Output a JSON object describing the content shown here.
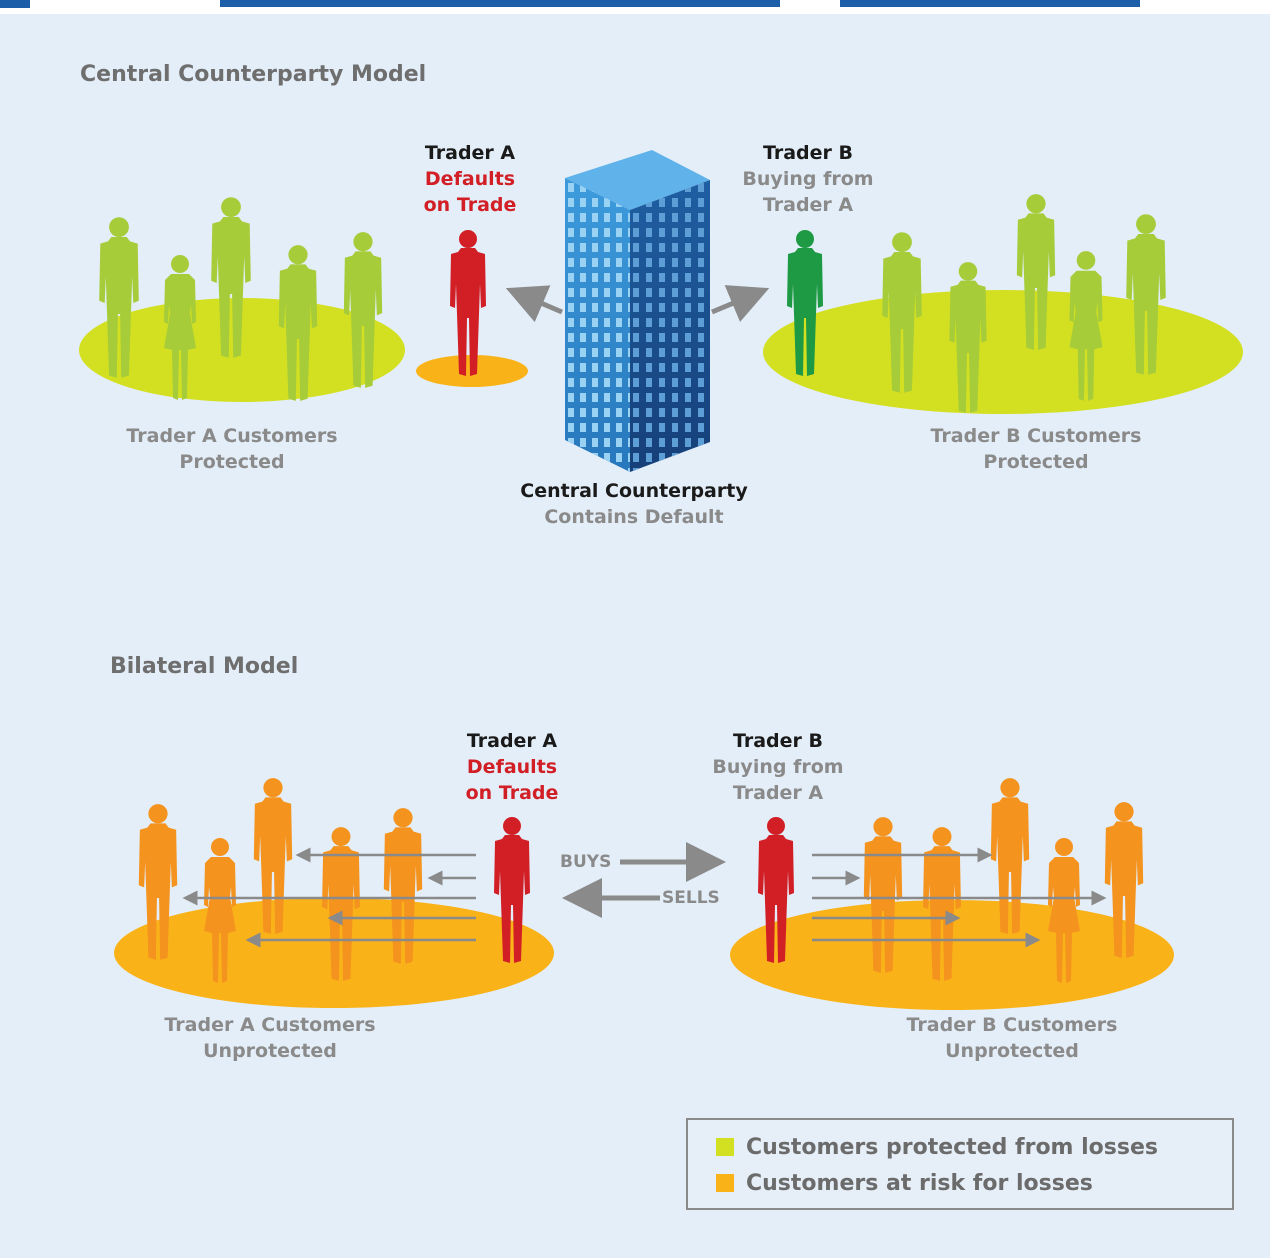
{
  "colors": {
    "background": "#e4eef8",
    "protected_green": "#a6cc3a",
    "protected_disc": "#d3e021",
    "at_risk_orange": "#f4931e",
    "at_risk_disc": "#f9b319",
    "default_red": "#d21f26",
    "buyer_green": "#1d9a43",
    "building_blue": "#2a7dc4",
    "arrow_gray": "#8a8a8a"
  },
  "central": {
    "title": "Central Counterparty Model",
    "trader_a": {
      "name": "Trader A",
      "status_line1": "Defaults",
      "status_line2": "on Trade"
    },
    "trader_b": {
      "name": "Trader B",
      "status_line1": "Buying from",
      "status_line2": "Trader A"
    },
    "customers_a": {
      "line1": "Trader A Customers",
      "line2": "Protected"
    },
    "customers_b": {
      "line1": "Trader B Customers",
      "line2": "Protected"
    },
    "counterparty": {
      "name": "Central Counterparty",
      "status": "Contains Default"
    },
    "icons": [
      "person-icon",
      "building-icon",
      "arrow-icon"
    ]
  },
  "bilateral": {
    "title": "Bilateral Model",
    "trader_a": {
      "name": "Trader A",
      "status_line1": "Defaults",
      "status_line2": "on Trade"
    },
    "trader_b": {
      "name": "Trader B",
      "status_line1": "Buying from",
      "status_line2": "Trader A"
    },
    "customers_a": {
      "line1": "Trader A Customers",
      "line2": "Unprotected"
    },
    "customers_b": {
      "line1": "Trader B Customers",
      "line2": "Unprotected"
    },
    "buys_label": "BUYS",
    "sells_label": "SELLS"
  },
  "legend": {
    "items": [
      {
        "label": "Customers protected from losses",
        "color": "#d3e021"
      },
      {
        "label": "Customers at risk for losses",
        "color": "#f9b319"
      }
    ]
  }
}
